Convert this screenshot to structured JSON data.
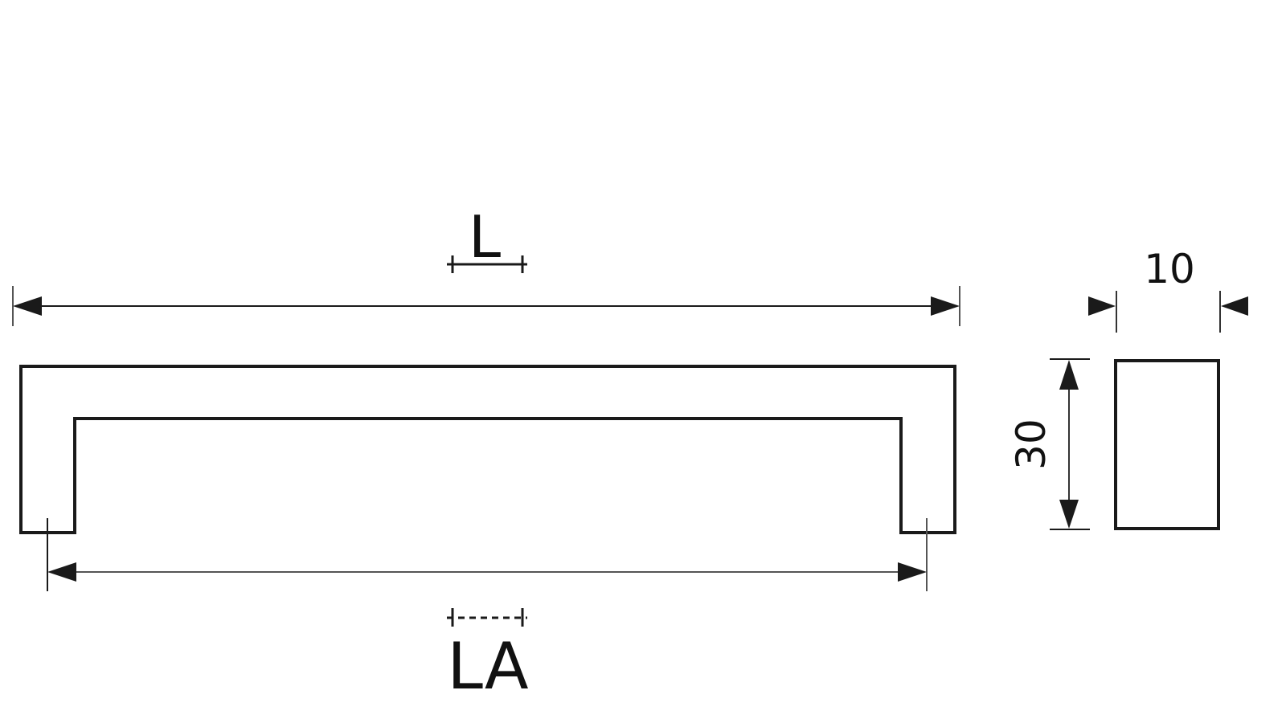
{
  "diagram": {
    "type": "technical-drawing",
    "subject": "U-shaped handle, front view and cross-section",
    "colors": {
      "stroke": "#1a1a1a",
      "background": "#ffffff"
    },
    "dimensions": {
      "overall_length": {
        "label": "L",
        "marker": "solid-bar"
      },
      "hole_spacing": {
        "label": "LA",
        "marker": "dashed-bar"
      },
      "section_width": {
        "label": "10"
      },
      "section_height": {
        "label": "30"
      }
    }
  }
}
